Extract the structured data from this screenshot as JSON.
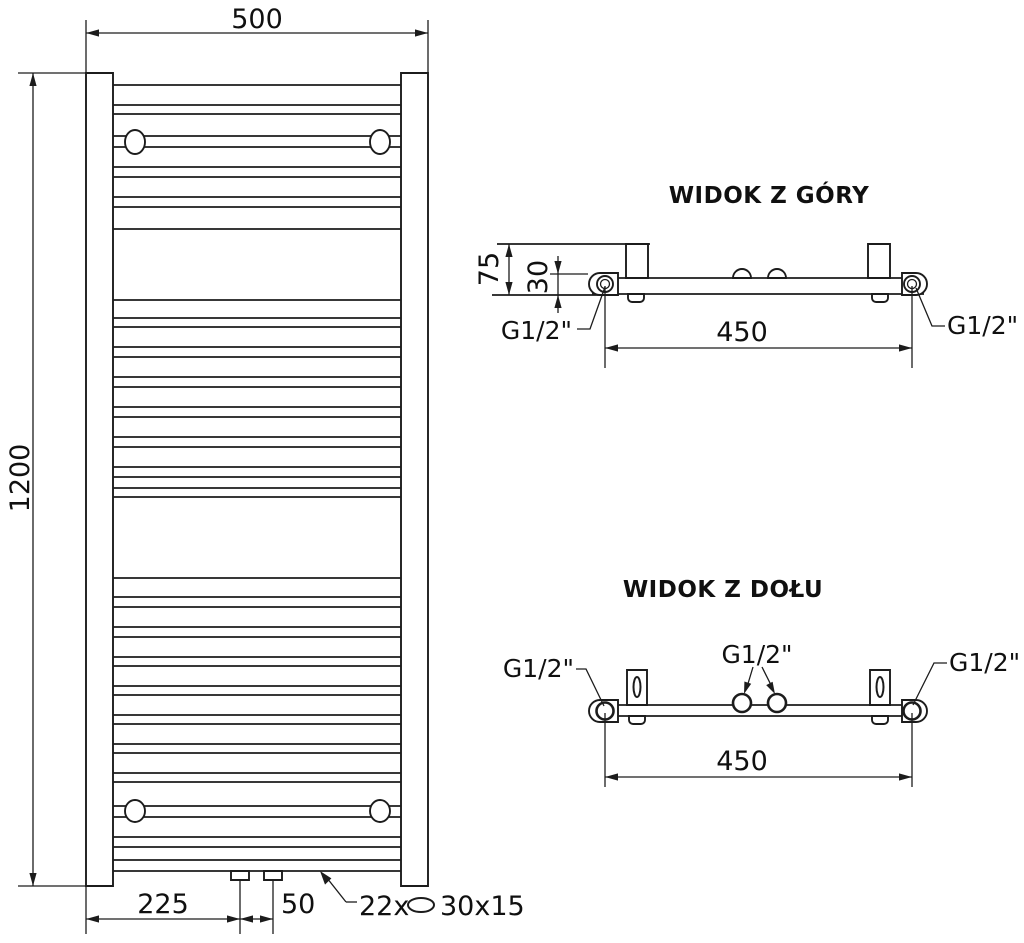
{
  "background_color": "#ffffff",
  "line_color": "#1c1c1c",
  "front_view": {
    "width_dim": "500",
    "height_dim": "1200",
    "bottom_offset_dim": "225",
    "bottom_spacing_dim": "50",
    "tube_annotation": {
      "count": "22x",
      "profile": "30x15",
      "icon": "oval-tube-profile-icon"
    },
    "rung_lines_y": [
      85,
      105,
      114,
      167,
      177,
      197,
      207,
      229,
      300,
      318,
      327,
      347,
      357,
      377,
      387,
      407,
      417,
      437,
      447,
      467,
      477,
      488,
      497,
      578,
      597,
      607,
      627,
      637,
      657,
      666,
      686,
      695,
      715,
      724,
      744,
      753,
      773,
      782,
      837,
      847,
      860,
      871
    ]
  },
  "top_view": {
    "title": "WIDOK Z GÓRY",
    "depth_dim": "75",
    "collector_depth_dim": "30",
    "span_dim": "450",
    "thread_left": "G1/2\"",
    "thread_right": "G1/2\""
  },
  "bottom_view": {
    "title": "WIDOK Z DOŁU",
    "span_dim": "450",
    "thread_left": "G1/2\"",
    "thread_center": "G1/2\"",
    "thread_right": "G1/2\""
  }
}
